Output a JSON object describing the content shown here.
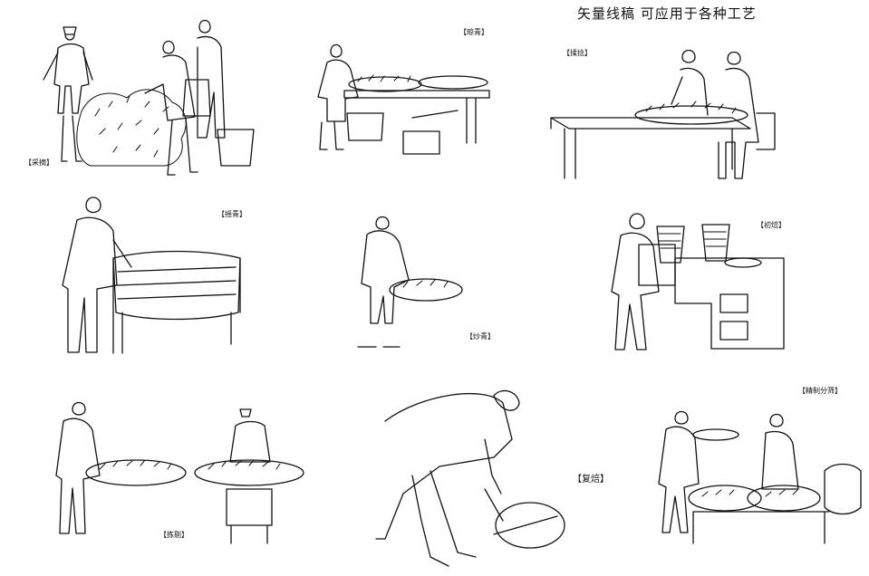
{
  "header": {
    "title": "矢量线稿    可应用于各种工艺"
  },
  "scenes": [
    {
      "id": "pick",
      "label": "【采摘】"
    },
    {
      "id": "wither",
      "label": "【晾青】"
    },
    {
      "id": "knead1",
      "label": "【揉捻】"
    },
    {
      "id": "shake",
      "label": "【摇青】"
    },
    {
      "id": "fry",
      "label": "【炒青】"
    },
    {
      "id": "firstbake",
      "label": "【初焙】"
    },
    {
      "id": "refine",
      "label": "【精制分筛】"
    },
    {
      "id": "sort",
      "label": "【拣剔】"
    },
    {
      "id": "rebake",
      "label": "【复焙】"
    }
  ]
}
